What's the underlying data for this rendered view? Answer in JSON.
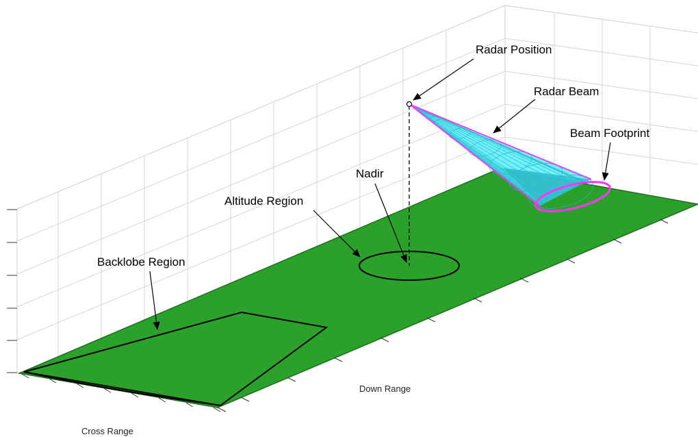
{
  "annotations": {
    "radar_position": "Radar Position",
    "radar_beam": "Radar Beam",
    "beam_footprint": "Beam Footprint",
    "nadir": "Nadir",
    "altitude_region": "Altitude Region",
    "backlobe_region": "Backlobe Region"
  },
  "axes": {
    "down_range": "Down Range",
    "cross_range": "Cross Range"
  },
  "colors": {
    "ground": "#2ba02b",
    "ground_edge": "#1e6e1e",
    "beam_fill": "#58eefa",
    "beam_mesh": "#2bb8c8",
    "beam_edge": "#ff33ff",
    "region_outline": "#000000",
    "grid": "#d6d6d6"
  }
}
